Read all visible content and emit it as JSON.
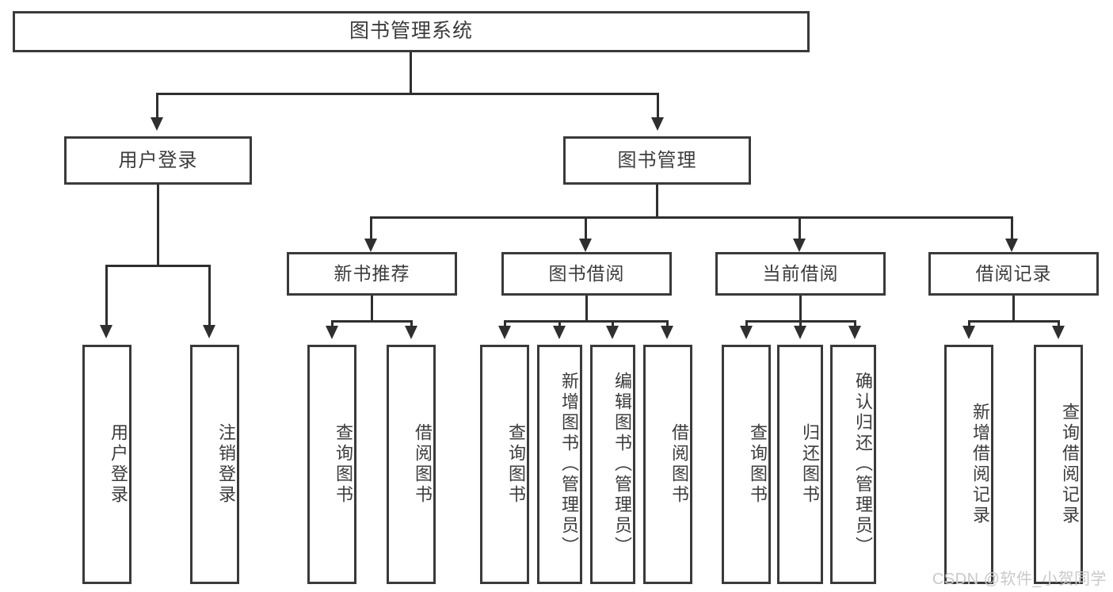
{
  "diagram": {
    "title_node": {
      "label": "图书管理系统"
    },
    "level2": [
      {
        "label": "用户登录"
      },
      {
        "label": "图书管理"
      }
    ],
    "level3": [
      {
        "label": "新书推荐"
      },
      {
        "label": "图书借阅"
      },
      {
        "label": "当前借阅"
      },
      {
        "label": "借阅记录"
      }
    ],
    "leaves": [
      {
        "label": "用户登录"
      },
      {
        "label": "注销登录"
      },
      {
        "label": "查询图书"
      },
      {
        "label": "借阅图书"
      },
      {
        "label": "查询图书"
      },
      {
        "label": "新增图书（管理员）"
      },
      {
        "label": "编辑图书（管理员）"
      },
      {
        "label": "借阅图书"
      },
      {
        "label": "查询图书"
      },
      {
        "label": "归还图书"
      },
      {
        "label": "确认归还（管理员）"
      },
      {
        "label": "新增借阅记录"
      },
      {
        "label": "查询借阅记录"
      }
    ],
    "watermark": "CSDN @软件_小贺同学",
    "colors": {
      "box_border": "#3a3a3a",
      "line": "#2f2f2f",
      "text": "#3c3c3c",
      "background": "#ffffff",
      "watermark": "#c9c9c9"
    }
  }
}
